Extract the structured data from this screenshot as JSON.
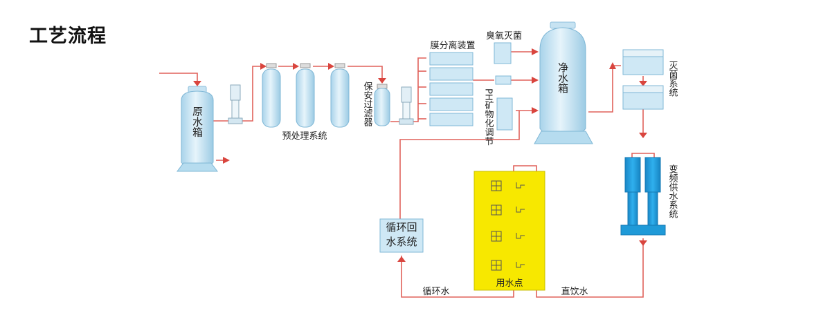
{
  "page": {
    "title": "工艺流程"
  },
  "labels": {
    "raw_tank": "原水箱",
    "pretreatment": "预处理系统",
    "security_filter": "保安过滤器",
    "membrane": "膜分离装置",
    "ozone": "臭氧灭菌",
    "ph": "PH矿物化调节",
    "clean_tank": "净水箱",
    "sterilization": "灭菌系统",
    "vfd_supply": "变频供水系统",
    "recirc_system": "循环回水系统",
    "use_point": "用水点",
    "recirc_water": "循环水",
    "direct_drink": "直饮水"
  },
  "colors": {
    "vessel_fill": "#cfe8f5",
    "vessel_edge": "#7fb7d6",
    "pipe": "#e0605a",
    "arrow": "#d9453e",
    "pump_blue": "#1f9ad8",
    "yellow_panel": "#f7e800"
  }
}
